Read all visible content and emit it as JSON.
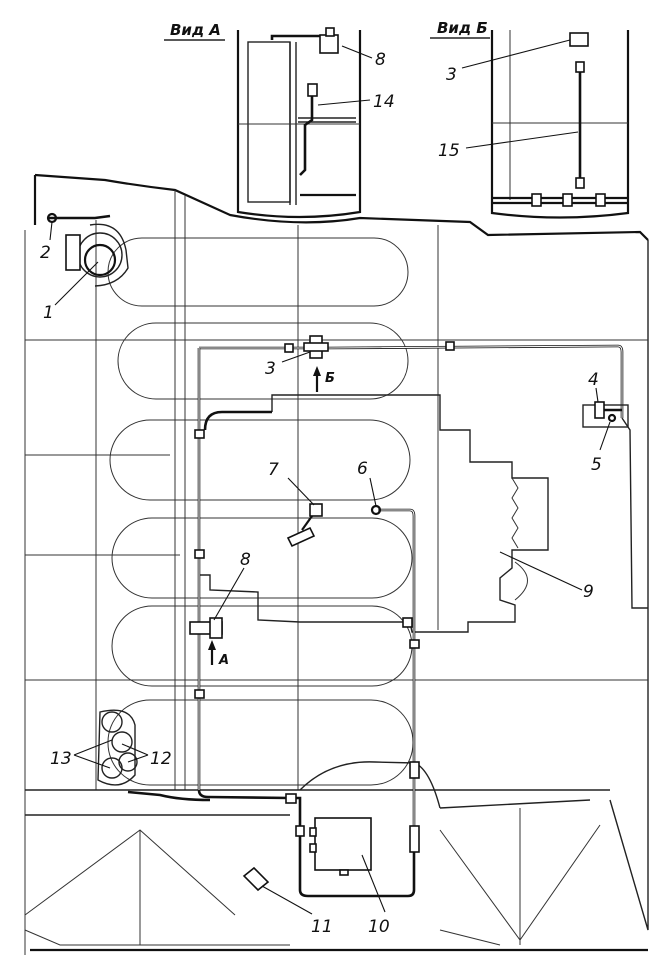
{
  "views": {
    "view_a": {
      "title": "Вид А"
    },
    "view_b": {
      "title": "Вид Б"
    }
  },
  "view_markers": {
    "a": "А",
    "b": "Б"
  },
  "callouts": {
    "c1": "1",
    "c2": "2",
    "c3": "3",
    "c4": "4",
    "c5": "5",
    "c6": "6",
    "c7": "7",
    "c8": "8",
    "c9": "9",
    "c10": "10",
    "c11": "11",
    "c12": "12",
    "c13": "13",
    "c14": "14",
    "c15": "15",
    "c3_view_b": "3",
    "c8_view_a": "8"
  }
}
